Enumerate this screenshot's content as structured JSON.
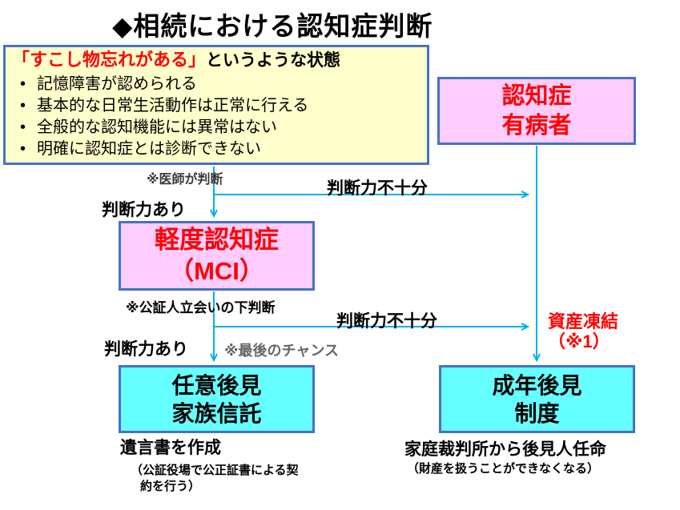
{
  "title": "◆相続における認知症判断",
  "symptom_box": {
    "heading_red": "「すこし物忘れがある」",
    "heading_black": "というような状態",
    "bullets": [
      "記憶障害が認められる",
      "基本的な日常生活動作は正常に行える",
      "全般的な認知機能には異常はない",
      "明確に認知症とは診断できない"
    ]
  },
  "nodes": {
    "dementia_patient": {
      "line1": "認知症",
      "line2": "有病者"
    },
    "mci": {
      "line1": "軽度認知症",
      "line2": "（MCI）"
    },
    "voluntary_guardianship": {
      "line1": "任意後見",
      "line2": "家族信託"
    },
    "adult_guardianship": {
      "line1": "成年後見",
      "line2": "制度"
    }
  },
  "edge_labels": {
    "doctor_judgment": "※医師が判断",
    "capable_1": "判断力あり",
    "insufficient_1": "判断力不十分",
    "notary_judgment": "※公証人立会いの下判断",
    "capable_2": "判断力あり",
    "insufficient_2": "判断力不十分",
    "last_chance": "※最後のチャンス",
    "asset_freeze": "資産凍結",
    "asset_freeze_ref": "（※1）"
  },
  "notes": {
    "will_title": "遺言書を作成",
    "will_detail_line1": "（公証役場で公正証書による契",
    "will_detail_line2": "約を行う）",
    "court_title": "家庭裁判所から後見人任命",
    "court_detail": "（財産を扱うことができなくなる）"
  },
  "colors": {
    "arrow": "#00B0F0",
    "box_border": "#4472C4",
    "pink_fill": "#FFCCFF",
    "cyan_fill": "#66FFFF",
    "yellow_fill": "#FFFFCC",
    "red_text": "#FF0000"
  }
}
